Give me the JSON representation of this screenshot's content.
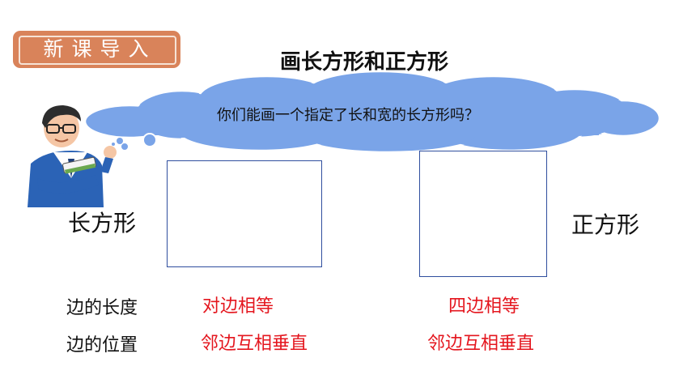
{
  "header": {
    "lesson_tag": "新课导入",
    "title": "画长方形和正方形"
  },
  "cloud": {
    "question": "你们能画一个指定了长和宽的长方形吗？"
  },
  "shapes": {
    "rectangle_label": "长方形",
    "square_label": "正方形"
  },
  "properties": {
    "length_label": "边的长度",
    "position_label": "边的位置",
    "rectangle_length": "对边相等",
    "rectangle_position": "邻边互相垂直",
    "square_length": "四边相等",
    "square_position": "邻边互相垂直"
  },
  "colors": {
    "tag_bg": "#d9835a",
    "cloud_fill": "#7aa4e8",
    "highlight_red": "#e4161e",
    "box_border": "#2f4e9e"
  }
}
